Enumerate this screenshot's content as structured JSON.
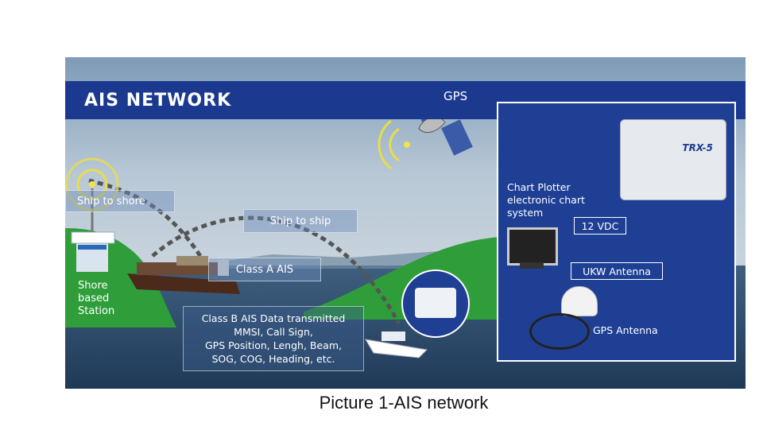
{
  "title": "AIS NETWORK",
  "labels": {
    "gps": "GPS",
    "ship_to_shore": "Ship to shore",
    "ship_to_ship": "Ship to ship",
    "class_a": "Class A AIS",
    "shore_station": [
      "Shore",
      "based",
      "Station"
    ],
    "class_b": [
      "Class B AIS Data transmitted",
      "MMSI, Call Sign,",
      "GPS Position, Lengh, Beam,",
      "SOG, COG, Heading, etc."
    ]
  },
  "panel": {
    "chart_plotter": [
      "Chart Plotter",
      "electronic chart",
      "system"
    ],
    "vdc": "12 VDC",
    "ukw": "UKW Antenna",
    "gps_antenna": "GPS Antenna",
    "device_brand": "TRX-5"
  },
  "caption": "Picture 1-AIS network",
  "colors": {
    "banner": "#1b3a8f",
    "panel": "#1e3f93",
    "land": "#2f9e3a",
    "sea": "#2e4d6d",
    "sky": "#9cb3c8"
  }
}
